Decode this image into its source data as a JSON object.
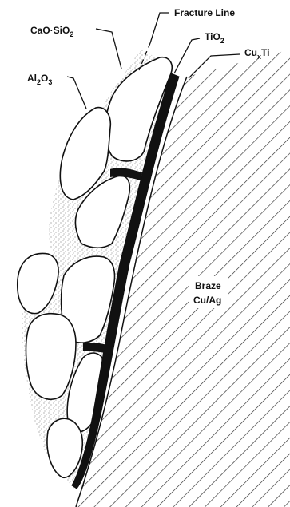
{
  "labels": {
    "fracture_line": "Fracture Line",
    "cao_sio2": {
      "main": "CaO·SiO",
      "sub": "2"
    },
    "tio2": {
      "main": "TiO",
      "sub": "2"
    },
    "al2o3": {
      "a": "Al",
      "b": "2",
      "c": "O",
      "d": "3"
    },
    "cuxti": {
      "main": "Cu",
      "sub": "x",
      "tail": "Ti"
    },
    "braze_line1": "Braze",
    "braze_line2": "Cu/Ag"
  },
  "colors": {
    "ink": "#111111",
    "hatch": "#2a2a2a",
    "grain_fill": "#ffffff",
    "stipple": "#6a6a6a",
    "paper": "#ffffff"
  }
}
